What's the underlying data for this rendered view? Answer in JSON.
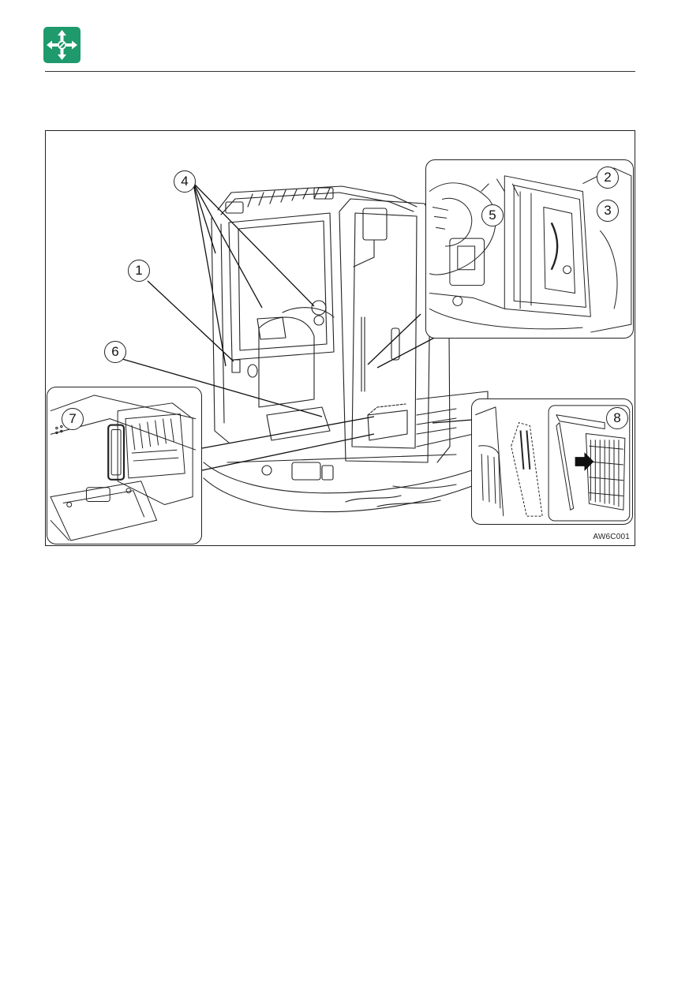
{
  "header": {
    "icon_name": "move-arrows-icon",
    "icon_color": "#1e9a6c"
  },
  "figure": {
    "code": "AW6C001",
    "callouts": {
      "c1": "1",
      "c2": "2",
      "c3": "3",
      "c4": "4",
      "c5": "5",
      "c6": "6",
      "c7": "7",
      "c8": "8"
    }
  }
}
